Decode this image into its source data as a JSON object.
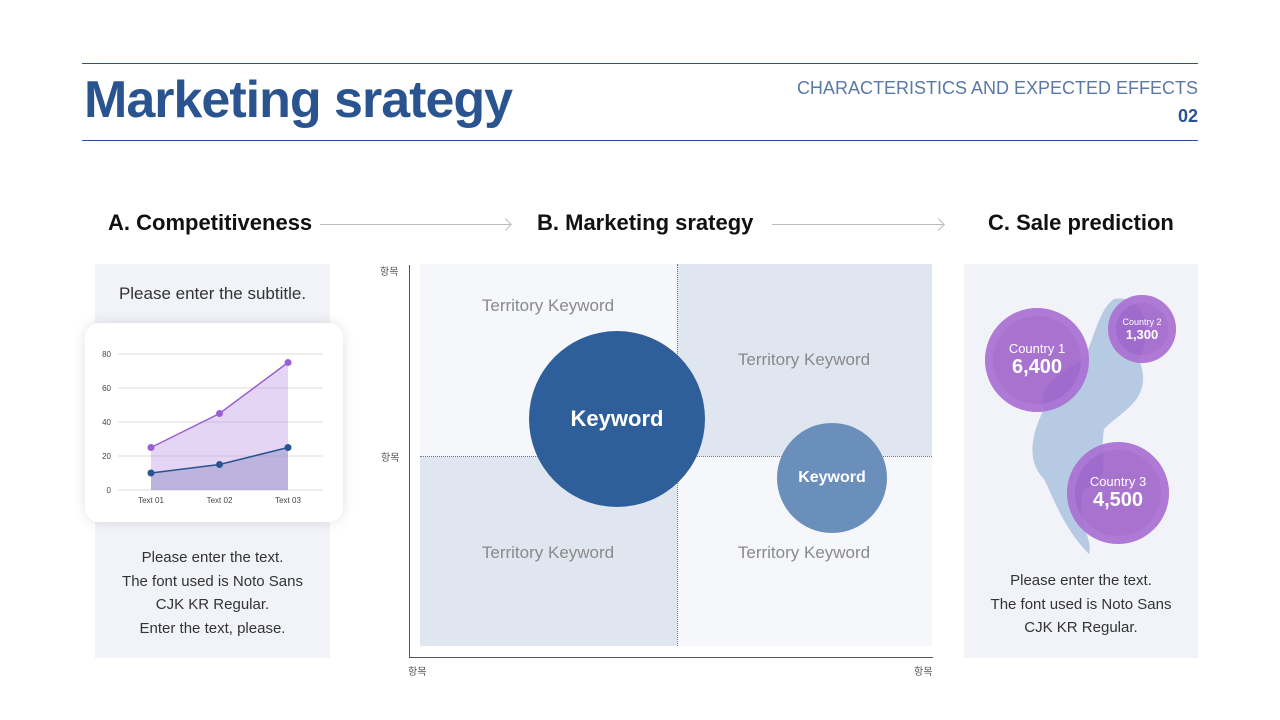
{
  "header": {
    "title": "Marketing srategy",
    "subtitle": "CHARACTERISTICS AND EXPECTED EFFECTS",
    "page": "02"
  },
  "sections": {
    "a": {
      "heading": "A. Competitiveness",
      "subtitle": "Please enter the subtitle.",
      "text": [
        "Please enter the text.",
        "The font used is Noto Sans",
        "CJK KR Regular.",
        "Enter the text, please."
      ]
    },
    "b": {
      "heading": "B. Marketing srategy",
      "axis_labels": {
        "y_top": "항목",
        "y_mid": "항목",
        "x_left": "항목",
        "x_right": "항목"
      },
      "territories": [
        "Territory Keyword",
        "Territory Keyword",
        "Territory Keyword",
        "Territory Keyword"
      ],
      "bubbles": [
        {
          "label": "Keyword",
          "color": "#2f5f9b"
        },
        {
          "label": "Keyword",
          "color": "#6b8fbb"
        }
      ]
    },
    "c": {
      "heading": "C. Sale prediction",
      "countries": [
        {
          "name": "Country 1",
          "value": "6,400"
        },
        {
          "name": "Country 2",
          "value": "1,300"
        },
        {
          "name": "Country 3",
          "value": "4,500"
        }
      ],
      "text": [
        "Please enter the text.",
        "The font used is Noto Sans",
        "CJK KR Regular."
      ]
    }
  },
  "chart_data": {
    "type": "area",
    "categories": [
      "Text 01",
      "Text 02",
      "Text 03"
    ],
    "series": [
      {
        "values": [
          25,
          45,
          75
        ],
        "color": "#9a5fd0"
      },
      {
        "values": [
          10,
          15,
          25
        ],
        "color": "#2a5490"
      }
    ],
    "yticks": [
      0,
      20,
      40,
      60,
      80
    ],
    "ylim": [
      0,
      80
    ],
    "grid": true
  }
}
